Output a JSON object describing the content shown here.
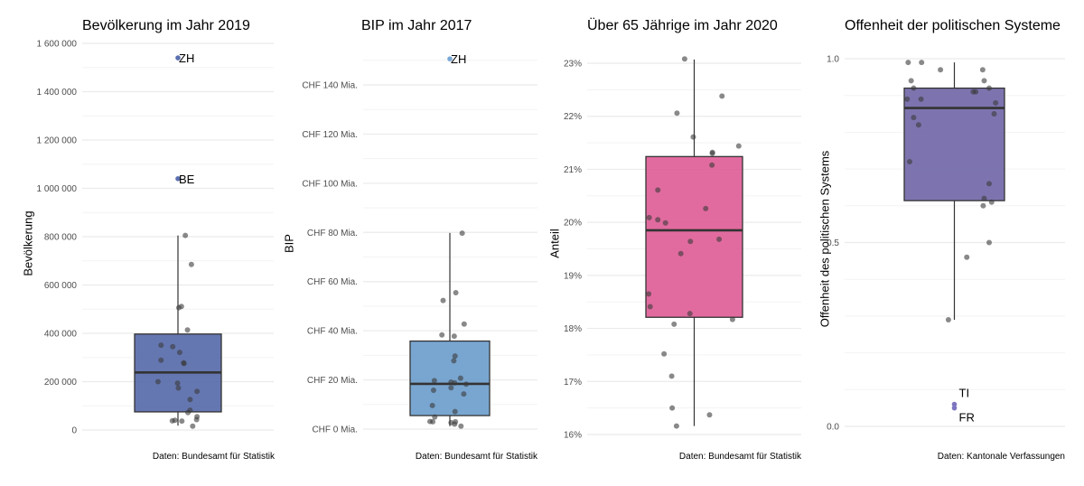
{
  "colors": {
    "pop_box": "#5468a8",
    "bip_box": "#6a9ccb",
    "age_box": "#de5b95",
    "open_box": "#6f65a6",
    "point": "#595959",
    "grid": "#ebebeb",
    "outline": "#333333"
  },
  "chart_data": [
    {
      "type": "box",
      "title": "Bevölkerung im Jahr 2019",
      "xlabel": "",
      "ylabel": "Bevölkerung",
      "caption": "Daten: Bundesamt für Statistik",
      "ylim": [
        0,
        1600000
      ],
      "yticks": [
        0,
        200000,
        400000,
        600000,
        800000,
        1000000,
        1200000,
        1400000,
        1600000
      ],
      "ytick_labels": [
        "0",
        "200 000",
        "400 000",
        "600 000",
        "800 000",
        "1 000 000",
        "1 200 000",
        "1 400 000",
        "1 600 000"
      ],
      "grid": true,
      "box": {
        "q1": 75000,
        "median": 238000,
        "q3": 397000,
        "whisker_low": 18000,
        "whisker_high": 805000
      },
      "outliers": [
        {
          "label": "ZH",
          "value": 1540000
        },
        {
          "label": "BE",
          "value": 1040000
        }
      ],
      "points": [
        {
          "jx": 0.17,
          "value": 805000
        },
        {
          "jx": 0.31,
          "value": 685000
        },
        {
          "jx": 0.02,
          "value": 506000
        },
        {
          "jx": 0.08,
          "value": 511000
        },
        {
          "jx": 0.22,
          "value": 414000
        },
        {
          "jx": -0.39,
          "value": 351000
        },
        {
          "jx": -0.12,
          "value": 345000
        },
        {
          "jx": 0.04,
          "value": 321000
        },
        {
          "jx": -0.39,
          "value": 289000
        },
        {
          "jx": 0.13,
          "value": 278000
        },
        {
          "jx": 0.14,
          "value": 275000
        },
        {
          "jx": -0.46,
          "value": 200000
        },
        {
          "jx": -0.01,
          "value": 194000
        },
        {
          "jx": 0.01,
          "value": 174000
        },
        {
          "jx": 0.44,
          "value": 160000
        },
        {
          "jx": 0.28,
          "value": 126000
        },
        {
          "jx": 0.28,
          "value": 82000
        },
        {
          "jx": 0.23,
          "value": 72000
        },
        {
          "jx": -0.13,
          "value": 38000
        },
        {
          "jx": -0.07,
          "value": 40000
        },
        {
          "jx": 0.09,
          "value": 37000
        },
        {
          "jx": 0.34,
          "value": 16000
        },
        {
          "jx": 0.43,
          "value": 43000
        },
        {
          "jx": 0.44,
          "value": 55000
        }
      ]
    },
    {
      "type": "box",
      "title": "BIP im Jahr 2017",
      "xlabel": "",
      "ylabel": "BIP",
      "caption": "Daten: Bundesamt für Statistik",
      "ylim": [
        0,
        150
      ],
      "yticks": [
        0,
        20,
        40,
        60,
        80,
        100,
        120,
        140
      ],
      "ytick_labels": [
        "CHF 0 Mia.",
        "CHF 20 Mia.",
        "CHF 40 Mia.",
        "CHF 60 Mia.",
        "CHF 80 Mia.",
        "CHF 100 Mia.",
        "CHF 120 Mia.",
        "CHF 140 Mia."
      ],
      "grid": true,
      "box": {
        "q1": 5.5,
        "median": 18.4,
        "q3": 35.8,
        "whisker_low": 1.2,
        "whisker_high": 79.8
      },
      "outliers": [
        {
          "label": "ZH",
          "value": 150.6
        }
      ],
      "points": [
        {
          "jx": 0.31,
          "value": 79.7
        },
        {
          "jx": 0.15,
          "value": 55.5
        },
        {
          "jx": -0.17,
          "value": 52.3
        },
        {
          "jx": 0.36,
          "value": 42.7
        },
        {
          "jx": -0.2,
          "value": 38.3
        },
        {
          "jx": 0.11,
          "value": 37.8
        },
        {
          "jx": 0.13,
          "value": 29.7
        },
        {
          "jx": 0.1,
          "value": 27.8
        },
        {
          "jx": 0.27,
          "value": 20.7
        },
        {
          "jx": -0.39,
          "value": 19.7
        },
        {
          "jx": 0.03,
          "value": 19.1
        },
        {
          "jx": 0.12,
          "value": 18.8
        },
        {
          "jx": 0.41,
          "value": 18.3
        },
        {
          "jx": -0.41,
          "value": 15.8
        },
        {
          "jx": 0.03,
          "value": 16.8
        },
        {
          "jx": 0.35,
          "value": 14.3
        },
        {
          "jx": -0.44,
          "value": 9.6
        },
        {
          "jx": 0.13,
          "value": 7.1
        },
        {
          "jx": -0.38,
          "value": 4.9
        },
        {
          "jx": -0.5,
          "value": 3.1
        },
        {
          "jx": -0.43,
          "value": 3.0
        },
        {
          "jx": 0.03,
          "value": 2.6
        },
        {
          "jx": 0.14,
          "value": 3.0
        },
        {
          "jx": 0.12,
          "value": 2.0
        },
        {
          "jx": 0.28,
          "value": 1.2
        }
      ]
    },
    {
      "type": "box",
      "title": "Über 65 Jährige im Jahr 2020",
      "xlabel": "",
      "ylabel": "Anteil",
      "caption": "Daten: Bundesamt für Statistik",
      "ylim": [
        16,
        23
      ],
      "yticks": [
        16,
        17,
        18,
        19,
        20,
        21,
        22,
        23
      ],
      "ytick_labels": [
        "16%",
        "17%",
        "18%",
        "19%",
        "20%",
        "21%",
        "22%",
        "23%"
      ],
      "grid": true,
      "box": {
        "q1": 18.21,
        "median": 19.85,
        "q3": 21.24,
        "whisker_low": 16.16,
        "whisker_high": 23.07
      },
      "outliers": [],
      "points": [
        {
          "jx": -0.2,
          "value": 23.08
        },
        {
          "jx": 0.58,
          "value": 22.38
        },
        {
          "jx": -0.36,
          "value": 22.06
        },
        {
          "jx": -0.02,
          "value": 21.61
        },
        {
          "jx": 0.93,
          "value": 21.44
        },
        {
          "jx": 0.38,
          "value": 21.32
        },
        {
          "jx": 0.38,
          "value": 21.3
        },
        {
          "jx": 0.37,
          "value": 21.08
        },
        {
          "jx": -0.76,
          "value": 20.61
        },
        {
          "jx": 0.24,
          "value": 20.26
        },
        {
          "jx": -0.94,
          "value": 20.09
        },
        {
          "jx": -0.76,
          "value": 20.05
        },
        {
          "jx": -0.6,
          "value": 19.99
        },
        {
          "jx": -0.08,
          "value": 19.64
        },
        {
          "jx": 0.52,
          "value": 19.68
        },
        {
          "jx": -0.28,
          "value": 19.41
        },
        {
          "jx": -0.95,
          "value": 18.65
        },
        {
          "jx": -0.92,
          "value": 18.41
        },
        {
          "jx": -0.09,
          "value": 18.28
        },
        {
          "jx": 0.8,
          "value": 18.17
        },
        {
          "jx": -0.42,
          "value": 18.08
        },
        {
          "jx": -0.63,
          "value": 17.52
        },
        {
          "jx": -0.47,
          "value": 17.1
        },
        {
          "jx": -0.46,
          "value": 16.5
        },
        {
          "jx": 0.32,
          "value": 16.37
        },
        {
          "jx": -0.37,
          "value": 16.16
        }
      ]
    },
    {
      "type": "box",
      "title": "Offenheit der politischen Systeme",
      "xlabel": "",
      "ylabel": "Offenheit des politischen Systems",
      "caption": "Daten: Kantonale Verfassungen",
      "ylim": [
        0,
        1
      ],
      "yticks": [
        0.0,
        0.5,
        1.0
      ],
      "ytick_labels": [
        "0.0",
        "0.5",
        "1.0"
      ],
      "grid": true,
      "box": {
        "q1": 0.614,
        "median": 0.866,
        "q3": 0.92,
        "whisker_low": 0.29,
        "whisker_high": 0.99
      },
      "outliers": [
        {
          "label": "TI",
          "value": 0.06
        },
        {
          "label": "FR",
          "value": 0.05
        }
      ],
      "points": [
        {
          "jx": -0.93,
          "value": 0.99
        },
        {
          "jx": -0.66,
          "value": 0.99
        },
        {
          "jx": -0.28,
          "value": 0.97
        },
        {
          "jx": 0.57,
          "value": 0.97
        },
        {
          "jx": -0.87,
          "value": 0.94
        },
        {
          "jx": 0.6,
          "value": 0.94
        },
        {
          "jx": -0.82,
          "value": 0.92
        },
        {
          "jx": 0.38,
          "value": 0.91
        },
        {
          "jx": 0.43,
          "value": 0.91
        },
        {
          "jx": 0.7,
          "value": 0.92
        },
        {
          "jx": -0.95,
          "value": 0.89
        },
        {
          "jx": -0.67,
          "value": 0.89
        },
        {
          "jx": 0.83,
          "value": 0.88
        },
        {
          "jx": 0.8,
          "value": 0.85
        },
        {
          "jx": -0.82,
          "value": 0.84
        },
        {
          "jx": -0.72,
          "value": 0.82
        },
        {
          "jx": -0.9,
          "value": 0.72
        },
        {
          "jx": 0.7,
          "value": 0.66
        },
        {
          "jx": 0.6,
          "value": 0.62
        },
        {
          "jx": 0.75,
          "value": 0.61
        },
        {
          "jx": 0.58,
          "value": 0.6
        },
        {
          "jx": 0.7,
          "value": 0.5
        },
        {
          "jx": 0.25,
          "value": 0.46
        },
        {
          "jx": -0.12,
          "value": 0.29
        }
      ]
    }
  ],
  "panels": [
    {
      "title": "Bevölkerung im Jahr 2019",
      "ylabel": "Bevölkerung",
      "caption": "Daten: Bundesamt für Statistik"
    },
    {
      "title": "BIP im Jahr 2017",
      "ylabel": "BIP",
      "caption": "Daten: Bundesamt für Statistik"
    },
    {
      "title": "Über 65 Jährige im Jahr 2020",
      "ylabel": "Anteil",
      "caption": "Daten: Bundesamt für Statistik"
    },
    {
      "title": "Offenheit der politischen Systeme",
      "ylabel": "Offenheit des politischen Systems",
      "caption": "Daten: Kantonale Verfassungen"
    }
  ]
}
